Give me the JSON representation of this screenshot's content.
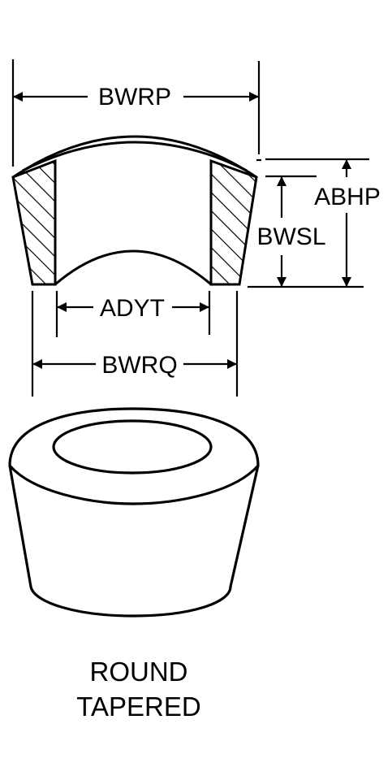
{
  "diagram": {
    "dimensions": {
      "top_width": "BWRP",
      "overall_height": "ABHP",
      "side_height": "BWSL",
      "inner_width": "ADYT",
      "bottom_width": "BWRQ"
    },
    "caption": {
      "line1": "ROUND",
      "line2": "TAPERED"
    }
  }
}
